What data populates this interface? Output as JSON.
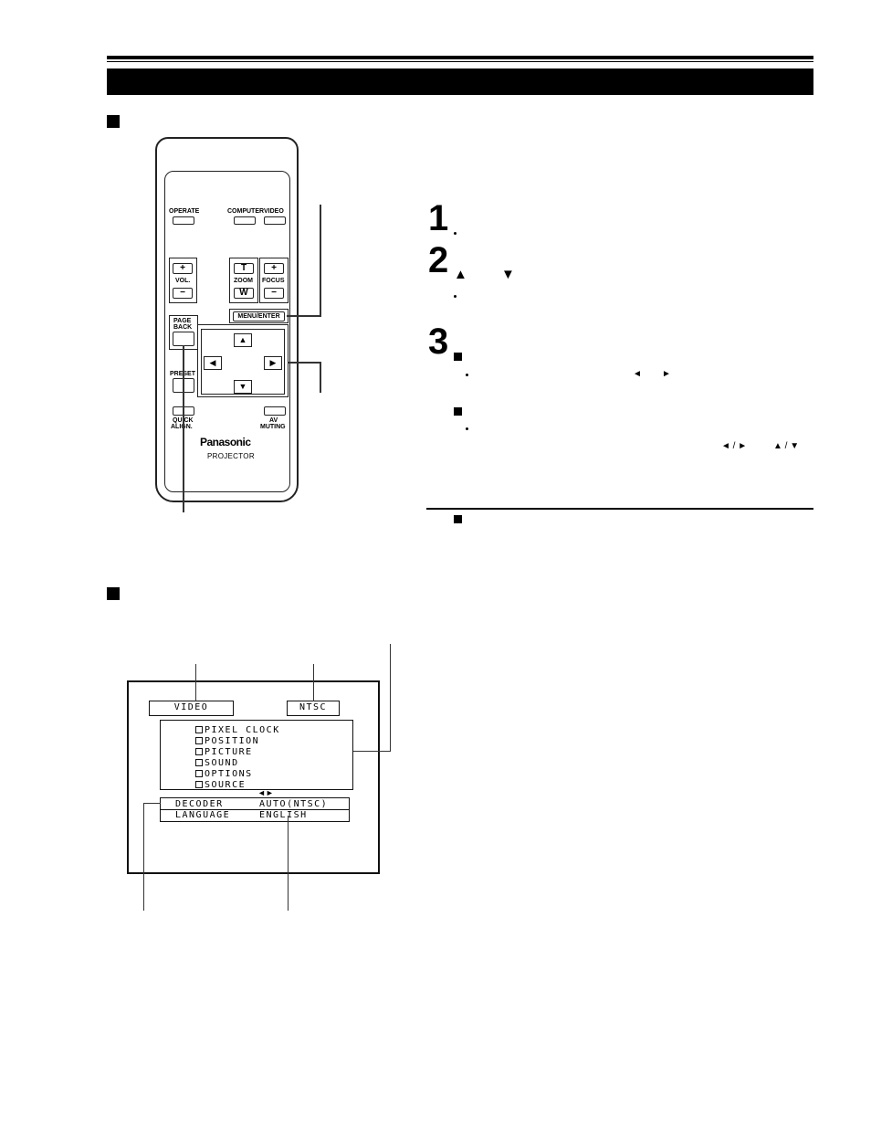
{
  "remote": {
    "operate": "OPERATE",
    "computer": "COMPUTER",
    "video": "VIDEO",
    "vol": "VOL.",
    "zoom": "ZOOM",
    "focus": "FOCUS",
    "plus": "+",
    "minus": "−",
    "zoom_t": "T",
    "zoom_w": "W",
    "menu_enter": "MENU/ENTER",
    "page_back_1": "PAGE",
    "page_back_2": "BACK",
    "preset": "PRESET",
    "quick_align_1": "QUICK",
    "quick_align_2": "ALIGN.",
    "av_muting_1": "AV",
    "av_muting_2": "MUTING",
    "brand": "Panasonic",
    "projector": "PROJECTOR",
    "arrow_up": "▲",
    "arrow_down": "▼",
    "arrow_left": "◀",
    "arrow_right": "▶"
  },
  "steps": [
    {
      "number": "1"
    },
    {
      "number": "2",
      "arrows": [
        "▲",
        "▼"
      ]
    },
    {
      "number": "3",
      "arrows_a": [
        "◄",
        "►"
      ],
      "arrows_b": [
        "◄ / ►",
        "▲ / ▼"
      ]
    }
  ],
  "osd": {
    "input": "VIDEO",
    "signal": "NTSC",
    "menu_items": [
      "PIXEL CLOCK",
      "POSITION",
      "PICTURE",
      "SOUND",
      "OPTIONS",
      "SOURCE"
    ],
    "nav_arrows": "◄►",
    "settings": [
      {
        "label": "DECODER",
        "value": "AUTO(NTSC)"
      },
      {
        "label": "LANGUAGE",
        "value": "ENGLISH"
      }
    ]
  }
}
